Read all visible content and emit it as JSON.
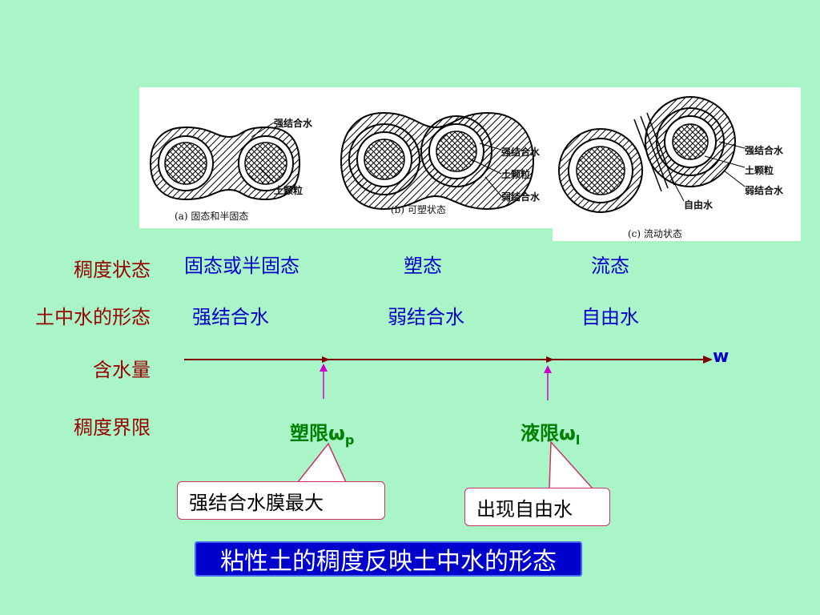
{
  "figures": {
    "a": {
      "caption": "(a) 固态和半固态",
      "labels": [
        "强结合水",
        "土颗粒"
      ]
    },
    "b": {
      "caption": "(b) 可塑状态",
      "labels": [
        "强结合水",
        "土颗粒",
        "弱结合水"
      ]
    },
    "c": {
      "caption": "(c) 流动状态",
      "labels": [
        "强结合水",
        "土颗粒",
        "弱结合水",
        "自由水"
      ]
    }
  },
  "rows": {
    "consistency_state": {
      "label": "稠度状态",
      "values": [
        "固态或半固态",
        "塑态",
        "流态"
      ]
    },
    "water_form": {
      "label": "土中水的形态",
      "values": [
        "强结合水",
        "弱结合水",
        "自由水"
      ]
    },
    "water_content": {
      "label": "含水量",
      "axis_symbol": "w"
    },
    "limits": {
      "label": "稠度界限",
      "plastic_limit": {
        "text": "塑限ω",
        "sub": "p"
      },
      "liquid_limit": {
        "text": "液限ω",
        "sub": "l"
      }
    }
  },
  "callouts": {
    "plastic": "强结合水膜最大",
    "liquid": "出现自由水"
  },
  "banner": "粘性土的稠度反映土中水的形态",
  "colors": {
    "background": "#aaf5c8",
    "row_label": "#990000",
    "state_text": "#0000cc",
    "limit_text": "#008000",
    "axis": "#800000",
    "pointer_arrow": "#cc00cc",
    "callout_border": "#cc3366",
    "banner_bg": "#0000cc"
  }
}
